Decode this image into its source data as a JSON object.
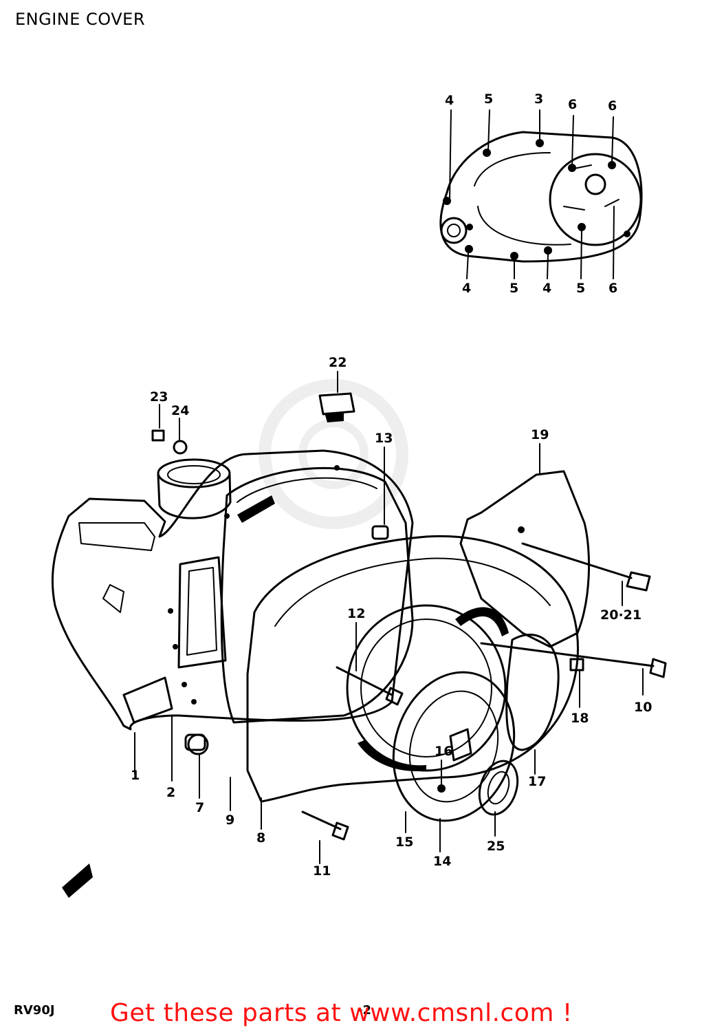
{
  "page": {
    "title": "ENGINE COVER",
    "model": "RV90J",
    "page_number": "-2",
    "promo_text": "Get these parts at www.cmsnl.com !"
  },
  "colors": {
    "promo": "#ff1010",
    "line_art": "#000000",
    "watermark": "#e6e6e6"
  },
  "inset_callouts": [
    "4",
    "5",
    "3",
    "6",
    "6",
    "4",
    "5",
    "4",
    "5",
    "6"
  ],
  "main_callouts": [
    "22",
    "23",
    "24",
    "13",
    "19",
    "12",
    "20·21",
    "10",
    "18",
    "1",
    "2",
    "7",
    "9",
    "8",
    "11",
    "15",
    "14",
    "25",
    "16",
    "17"
  ]
}
